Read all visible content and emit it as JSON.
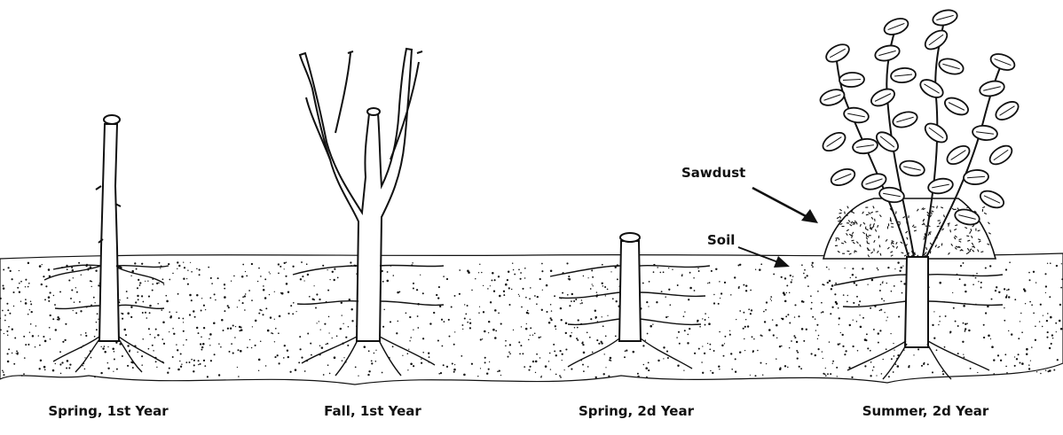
{
  "stages": [
    {
      "id": "spring-1st",
      "label": "Spring, 1st Year"
    },
    {
      "id": "fall-1st",
      "label": "Fall, 1st Year"
    },
    {
      "id": "spring-2d",
      "label": "Spring, 2d Year"
    },
    {
      "id": "summer-2d",
      "label": "Summer, 2d Year"
    }
  ],
  "callouts": {
    "sawdust": "Sawdust",
    "soil": "Soil"
  },
  "colors": {
    "ink": "#111111",
    "paper": "#ffffff"
  }
}
